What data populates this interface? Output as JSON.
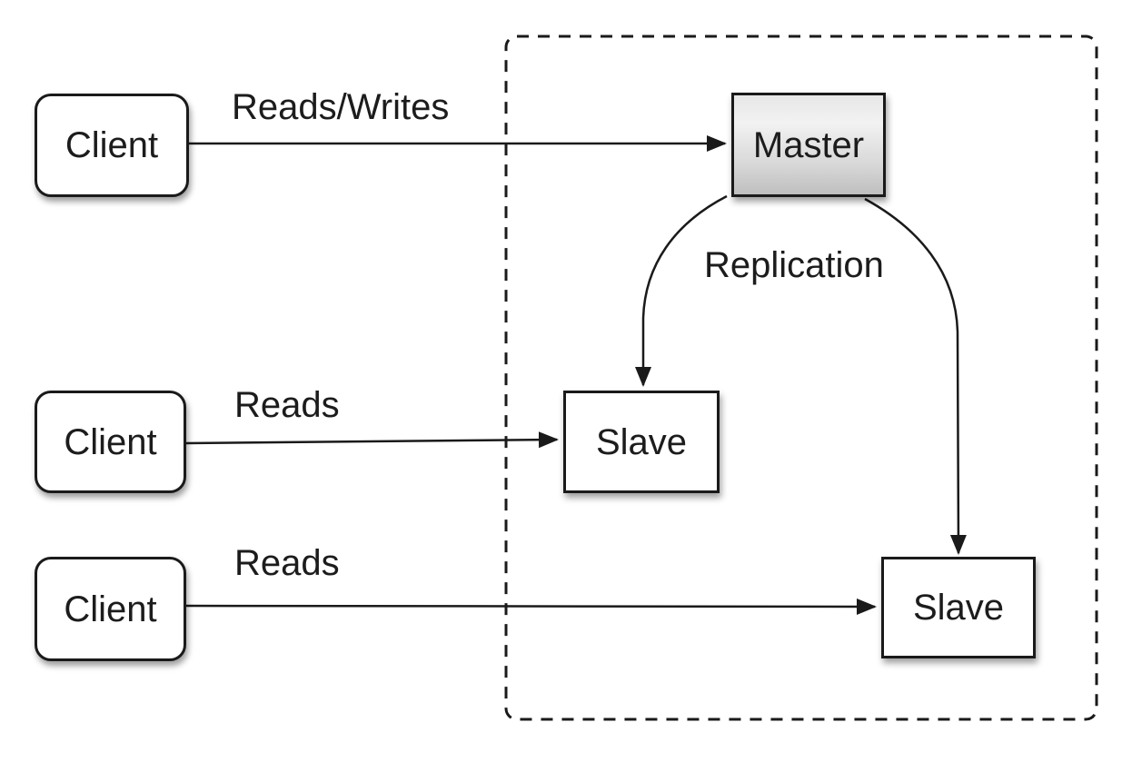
{
  "nodes": {
    "client1": {
      "label": "Client"
    },
    "client2": {
      "label": "Client"
    },
    "client3": {
      "label": "Client"
    },
    "master": {
      "label": "Master"
    },
    "slave1": {
      "label": "Slave"
    },
    "slave2": {
      "label": "Slave"
    }
  },
  "edges": {
    "client1_to_master": {
      "label": "Reads/Writes",
      "from": "client1",
      "to": "master"
    },
    "client2_to_slave1": {
      "label": "Reads",
      "from": "client2",
      "to": "slave1"
    },
    "client3_to_slave2": {
      "label": "Reads",
      "from": "client3",
      "to": "slave2"
    },
    "master_to_slave1": {
      "label": "Replication",
      "from": "master",
      "to": "slave1"
    },
    "master_to_slave2": {
      "label": "",
      "from": "master",
      "to": "slave2"
    }
  },
  "groups": {
    "replication_cluster": {
      "style": "dashed-rounded-rect"
    }
  },
  "colors": {
    "line": "#1a1a1a",
    "text": "#1c1c1c",
    "box_fill": "#ffffff",
    "master_fill_top": "#f0f0f0",
    "master_fill_bottom": "#bfbfbf",
    "background": "#ffffff"
  }
}
